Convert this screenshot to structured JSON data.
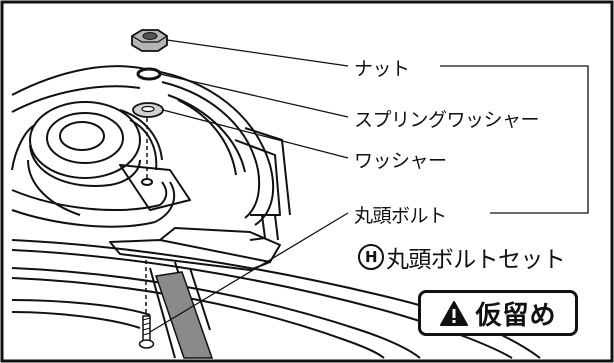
{
  "labels": {
    "nut": "ナット",
    "spring_washer": "スプリングワッシャー",
    "washer": "ワッシャー",
    "round_head_bolt": "丸頭ボルト"
  },
  "set_title": {
    "badge": "H",
    "text": "丸頭ボルトセット"
  },
  "temporary_fix": {
    "icon": "warning-triangle-icon",
    "text": "仮留め"
  }
}
